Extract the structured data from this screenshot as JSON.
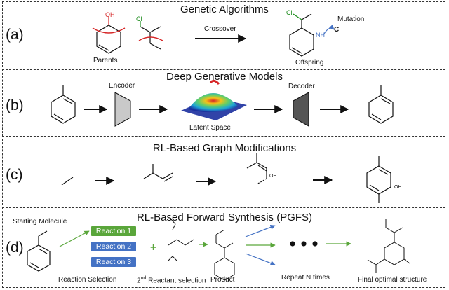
{
  "panels": {
    "a": {
      "letter": "(a)",
      "title": "Genetic Algorithms",
      "parents": "Parents",
      "crossover": "Crossover",
      "offspring": "Offspring",
      "mutation": "Mutation",
      "atoms": {
        "oh": "OH",
        "cl1": "Cl",
        "cl2": "Cl",
        "nh": "NH",
        "c": "C"
      }
    },
    "b": {
      "letter": "(b)",
      "title": "Deep Generative Models",
      "encoder": "Encoder",
      "decoder": "Decoder",
      "latent": "Latent Space"
    },
    "c": {
      "letter": "(c)",
      "title": "RL-Based Graph Modifications",
      "atoms": {
        "oh1": "OH",
        "oh2": "OH"
      }
    },
    "d": {
      "letter": "(d)",
      "title": "RL-Based Forward Synthesis (PGFS)",
      "starting": "Starting Molecule",
      "reactions": [
        "Reaction 1",
        "Reaction 2",
        "Reaction 3"
      ],
      "reaction_selection": "Reaction Selection",
      "reactant_pre": "2",
      "reactant_sup": "nd",
      "reactant_post": " Reactant selection",
      "product": "Product",
      "repeat": "Repeat N times",
      "final": "Final optimal structure"
    }
  },
  "colors": {
    "red": "#d62728",
    "green": "#5aa63b",
    "blue": "#4472c4",
    "arrowblue": "#4472c4"
  }
}
